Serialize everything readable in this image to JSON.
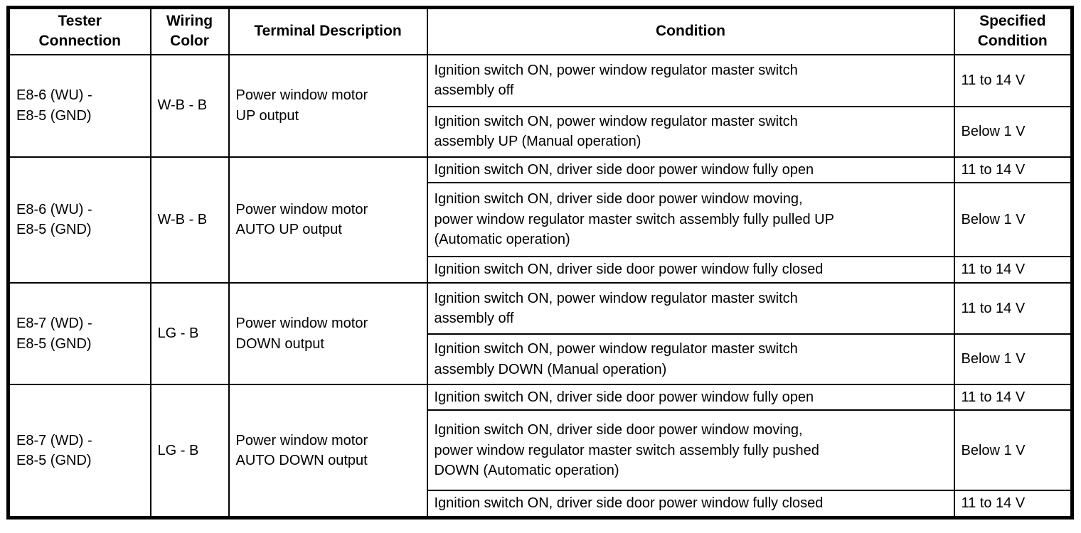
{
  "table": {
    "columns": [
      "Tester\nConnection",
      "Wiring\nColor",
      "Terminal Description",
      "Condition",
      "Specified\nCondition"
    ],
    "groups": [
      {
        "tester_connection": "E8-6 (WU) -\nE8-5 (GND)",
        "wiring_color": "W-B - B",
        "terminal_description": "Power window motor\nUP output",
        "rows": [
          {
            "condition": "Ignition switch ON, power window regulator master switch\nassembly off",
            "specified_condition": "11 to 14 V"
          },
          {
            "condition": "Ignition switch ON, power window regulator master switch\nassembly UP (Manual operation)",
            "specified_condition": "Below 1 V"
          }
        ]
      },
      {
        "tester_connection": "E8-6 (WU) -\nE8-5 (GND)",
        "wiring_color": "W-B - B",
        "terminal_description": "Power window motor\nAUTO UP output",
        "rows": [
          {
            "condition": "Ignition switch ON, driver side door power window fully open",
            "specified_condition": "11 to 14 V"
          },
          {
            "condition": "Ignition switch ON, driver side door power window moving,\npower window regulator master switch assembly fully pulled UP\n(Automatic operation)",
            "specified_condition": "Below 1 V"
          },
          {
            "condition": "Ignition switch ON, driver side door power window fully closed",
            "specified_condition": "11 to 14 V"
          }
        ]
      },
      {
        "tester_connection": "E8-7 (WD) -\nE8-5 (GND)",
        "wiring_color": "LG - B",
        "terminal_description": "Power window motor\nDOWN output",
        "rows": [
          {
            "condition": "Ignition switch ON, power window regulator master switch\nassembly off",
            "specified_condition": "11 to 14 V"
          },
          {
            "condition": "Ignition switch ON, power window regulator master switch\nassembly DOWN (Manual operation)",
            "specified_condition": "Below 1 V"
          }
        ]
      },
      {
        "tester_connection": "E8-7 (WD) -\nE8-5 (GND)",
        "wiring_color": "LG - B",
        "terminal_description": "Power window motor\nAUTO DOWN output",
        "rows": [
          {
            "condition": "Ignition switch ON, driver side door power window fully open",
            "specified_condition": "11 to 14 V"
          },
          {
            "condition": "Ignition switch ON, driver side door power window moving,\npower window regulator master switch assembly fully pushed\nDOWN (Automatic operation)",
            "specified_condition": "Below 1 V"
          },
          {
            "condition": "Ignition switch ON, driver side door power window fully closed",
            "specified_condition": "11 to 14 V"
          }
        ]
      }
    ]
  }
}
